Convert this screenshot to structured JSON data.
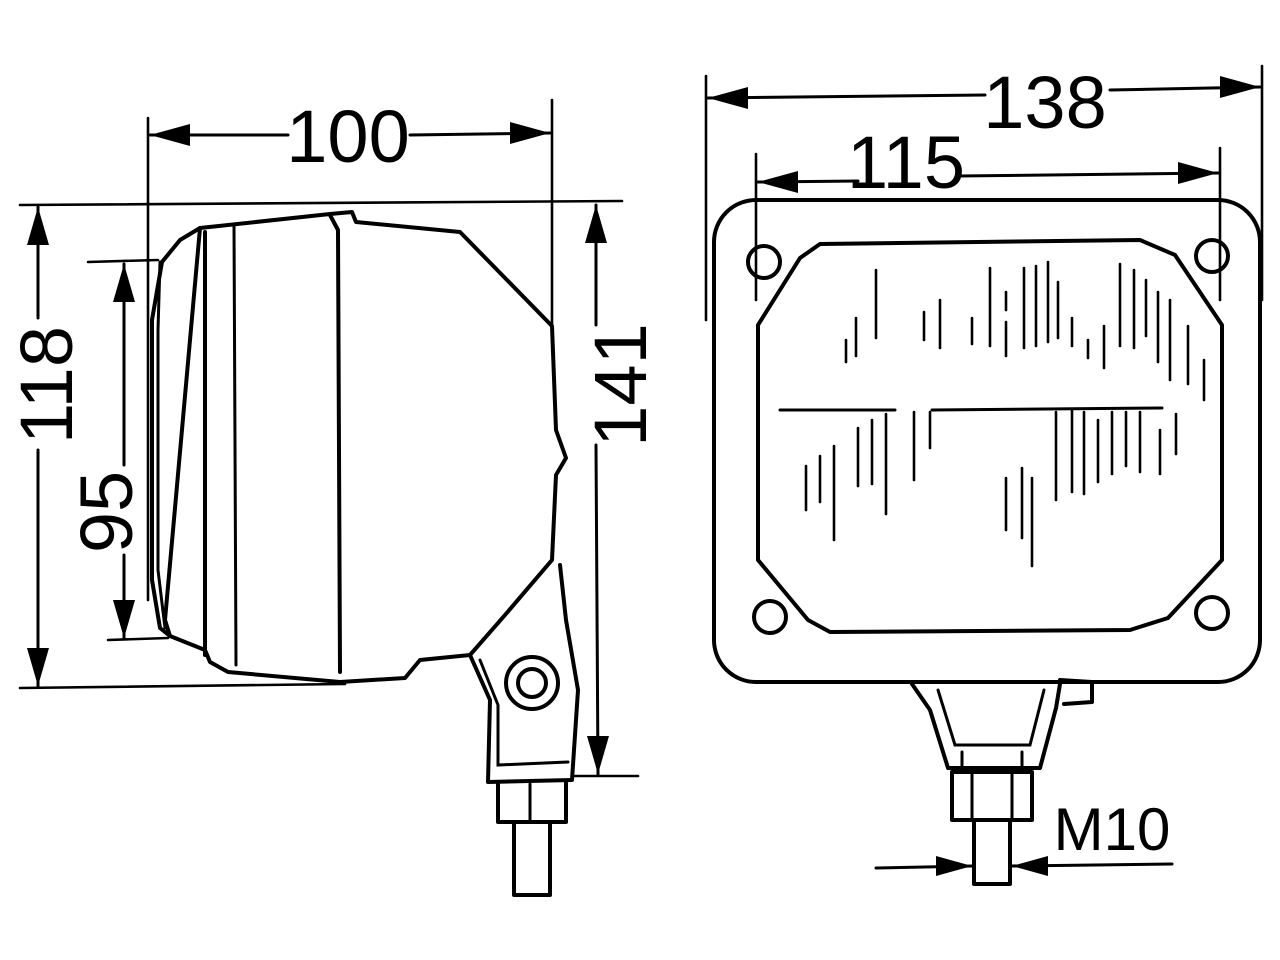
{
  "dimensions": {
    "side_width": "100",
    "side_height_outer": "118",
    "side_height_lens": "95",
    "side_height_total": "141",
    "front_width_outer": "138",
    "front_width_holes": "115",
    "thread": "M10"
  }
}
